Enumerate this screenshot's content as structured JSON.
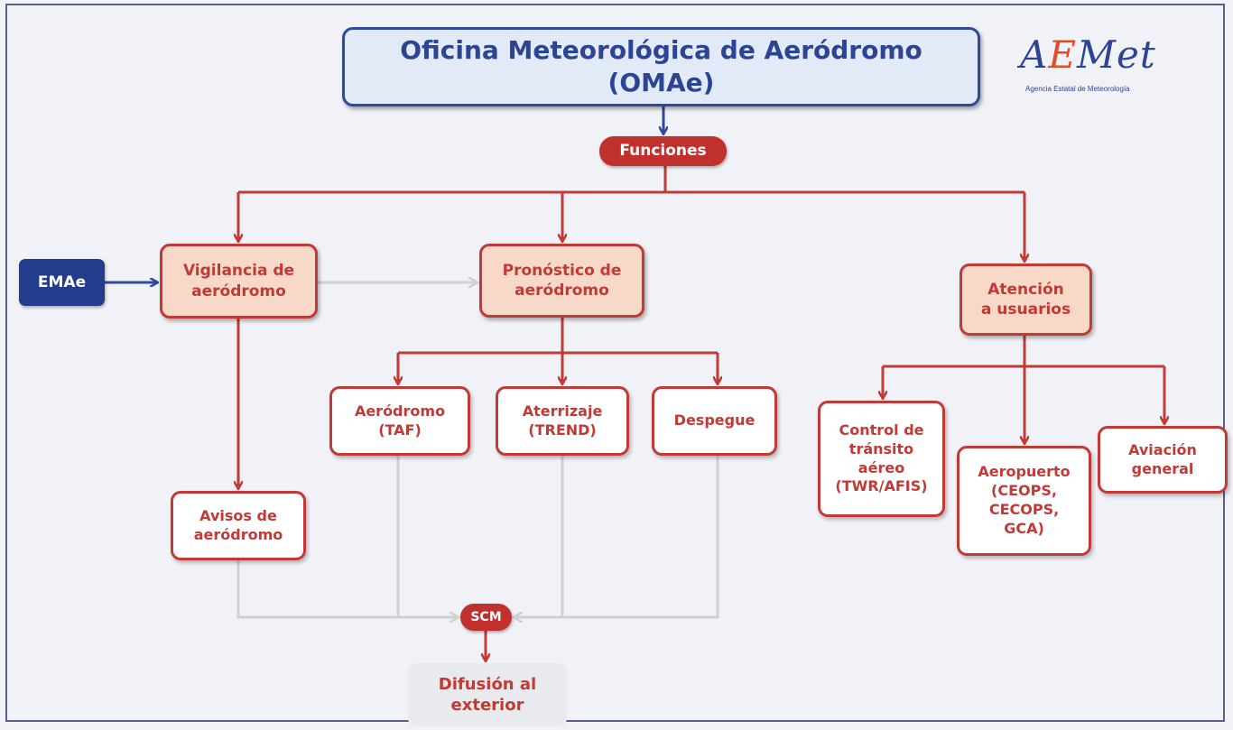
{
  "title": "Oficina Meteorológica de Aeródromo (OMAe)",
  "logo": {
    "mark_lead": "A",
    "mark_accent": "E",
    "mark_tail": "Met",
    "subtitle": "Agencia Estatal de Meteorología"
  },
  "functions_label": "Funciones",
  "emae_label": "EMAe",
  "functions": {
    "vigilancia": "Vigilancia de\naeródromo",
    "pronostico": "Pronóstico de\naeródromo",
    "atencion": "Atención\na usuarios"
  },
  "forecasts": {
    "taf": "Aeródromo\n(TAF)",
    "trend": "Aterrizaje\n(TREND)",
    "despegue": "Despegue"
  },
  "warnings": "Avisos de\naeródromo",
  "users": {
    "control": "Control de\ntránsito\naéreo\n(TWR/AFIS)",
    "aeropuerto": "Aeropuerto\n(CEOPS,\nCECOPS,\nGCA)",
    "aviacion": "Aviación\ngeneral"
  },
  "scm_label": "SCM",
  "diffusion": "Difusión al\nexterior",
  "colors": {
    "red": "#c13a36",
    "blue": "#2e4a9c",
    "gray_link": "#cfd0d4",
    "fill_peach": "#f8d9c7"
  }
}
